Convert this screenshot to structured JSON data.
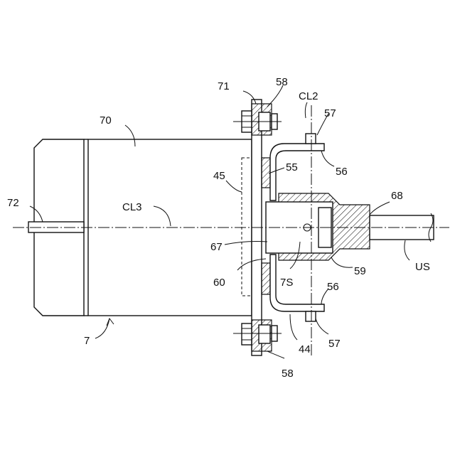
{
  "labels": {
    "l7": "7",
    "l70": "70",
    "l71": "71",
    "l72": "72",
    "lCL3": "CL3",
    "lCL2": "CL2",
    "l45": "45",
    "l55": "55",
    "l56_top": "56",
    "l56_bottom": "56",
    "l57_top": "57",
    "l57_bottom": "57",
    "l58_top": "58",
    "l58_bottom": "58",
    "l59": "59",
    "l60": "60",
    "l67": "67",
    "l68": "68",
    "l7S": "7S",
    "l44": "44",
    "lUS": "US"
  }
}
